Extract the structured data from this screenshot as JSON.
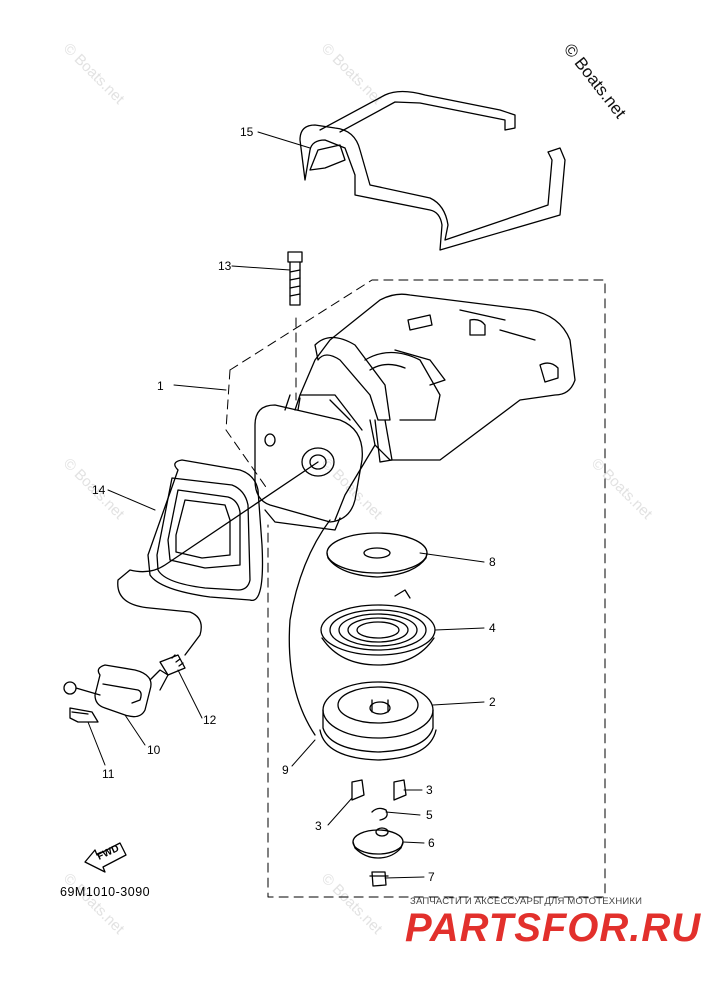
{
  "copyright": "© Boats.net",
  "figure_code": "69M1010-3090",
  "watermark": "© Boats.net",
  "fwd_label": "FWD",
  "shop": {
    "subtitle": "ЗАПЧАСТИ И АКСЕССУАРЫ ДЛЯ МОТОТЕХНИКИ",
    "logo": "PARTSFOR.RU"
  },
  "callouts": {
    "c1": "1",
    "c2": "2",
    "c3a": "3",
    "c3b": "3",
    "c4": "4",
    "c5": "5",
    "c6": "6",
    "c7": "7",
    "c8": "8",
    "c9": "9",
    "c10": "10",
    "c11": "11",
    "c12": "12",
    "c13": "13",
    "c14": "14",
    "c15": "15"
  }
}
